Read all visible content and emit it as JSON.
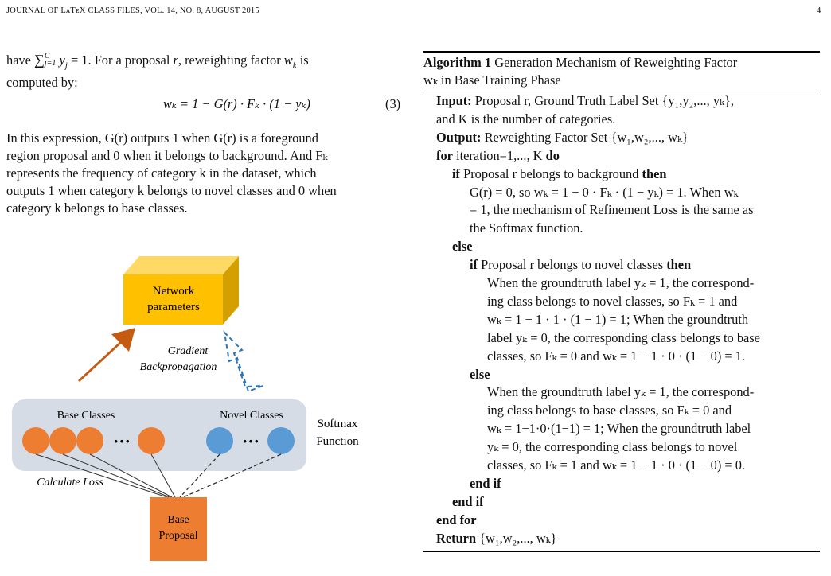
{
  "header": {
    "journal": "JOURNAL OF LᴀTᴇX CLASS FILES, VOL. 14, NO. 8, AUGUST 2015",
    "page_number": "4"
  },
  "left_text": {
    "line1_a": "have ",
    "line1_sum": "∑",
    "line1_sup": "C",
    "line1_sub": "j=1",
    "line1_b": " y",
    "line1_c": "j",
    "line1_d": " = 1. For a proposal ",
    "line1_e": "r",
    "line1_f": ", reweighting factor ",
    "line1_g": "w",
    "line1_h": "k",
    "line1_i": " is",
    "line2": "computed by:",
    "equation": "wₖ = 1 − G(r) · Fₖ · (1 − yₖ)",
    "eq_number": "(3)",
    "p2_l1": "In this expression, G(r) outputs 1 when G(r) is a foreground",
    "p2_l2": "region proposal and 0 when it belongs to background. And Fₖ",
    "p2_l3": "represents the frequency of category k in the dataset, which",
    "p2_l4": "outputs 1 when category k belongs to novel classes and 0 when",
    "p2_l5": "category k belongs to base classes."
  },
  "diagram": {
    "network_box_line1": "Network",
    "network_box_line2": "parameters",
    "gradient_line1": "Gradient",
    "gradient_line2": "Backpropagation",
    "base_classes": "Base Classes",
    "novel_classes": "Novel Classes",
    "ellipsis_base": "···",
    "ellipsis_novel": "···",
    "softmax_line1": "Softmax",
    "softmax_line2": "Function",
    "calculate_loss": "Calculate Loss",
    "proposal_line1": "Base",
    "proposal_line2": "Proposal",
    "colors": {
      "network_box": "#ffc000",
      "network_box_top": "#ffd966",
      "network_box_side": "#d4a000",
      "base_circle": "#ed7d31",
      "novel_circle": "#5b9bd5",
      "arrow_orange": "#c55a11",
      "panel": "#d6dce5",
      "proposal": "#ed7d31"
    }
  },
  "algorithm": {
    "title_kw": "Algorithm 1",
    "title_text": " Generation Mechanism of Reweighting Factor",
    "title_line2": "wₖ in Base Training Phase",
    "lines": [
      {
        "kw": "Input:",
        "text": " Proposal r, Ground Truth Label Set {y₁,y₂,..., yₖ},"
      },
      {
        "kw": "",
        "text": "and K is the number of categories."
      },
      {
        "kw": "Output:",
        "text": " Reweighting Factor Set {w₁,w₂,..., wₖ}"
      },
      {
        "kw": "for",
        "text": " iteration=1,..., K ",
        "kw2": "do"
      },
      {
        "kw": "if",
        "text": " Proposal r belongs to background ",
        "kw2": "then"
      },
      {
        "kw": "",
        "text": "G(r) = 0, so wₖ = 1 − 0 · Fₖ · (1 − yₖ) = 1. When wₖ"
      },
      {
        "kw": "",
        "text": "= 1, the mechanism of Refinement Loss is the same as"
      },
      {
        "kw": "",
        "text": "the Softmax function."
      },
      {
        "kw": "else",
        "text": ""
      },
      {
        "kw": "if",
        "text": " Proposal r belongs to novel classes ",
        "kw2": "then"
      },
      {
        "kw": "",
        "text": "When the groundtruth label yₖ = 1, the correspond-"
      },
      {
        "kw": "",
        "text": "ing class belongs to novel classes, so Fₖ = 1 and"
      },
      {
        "kw": "",
        "text": "wₖ = 1 − 1 · 1 · (1 − 1) = 1; When the groundtruth"
      },
      {
        "kw": "",
        "text": "label yₖ = 0, the corresponding class belongs to base"
      },
      {
        "kw": "",
        "text": "classes, so Fₖ = 0 and wₖ = 1 − 1 · 0 · (1 − 0) = 1."
      },
      {
        "kw": "else",
        "text": ""
      },
      {
        "kw": "",
        "text": "When the groundtruth label yₖ = 1, the correspond-"
      },
      {
        "kw": "",
        "text": "ing class belongs to base classes, so Fₖ = 0 and"
      },
      {
        "kw": "",
        "text": "wₖ = 1−1·0·(1−1) = 1; When the groundtruth label"
      },
      {
        "kw": "",
        "text": "yₖ = 0, the corresponding class belongs to novel"
      },
      {
        "kw": "",
        "text": "classes, so Fₖ = 1 and wₖ = 1 − 1 · 0 · (1 − 0) = 0."
      },
      {
        "kw": "end if",
        "text": ""
      },
      {
        "kw": "end if",
        "text": ""
      },
      {
        "kw": "end for",
        "text": ""
      },
      {
        "kw": "Return",
        "text": " {w₁,w₂,..., wₖ}"
      }
    ]
  }
}
